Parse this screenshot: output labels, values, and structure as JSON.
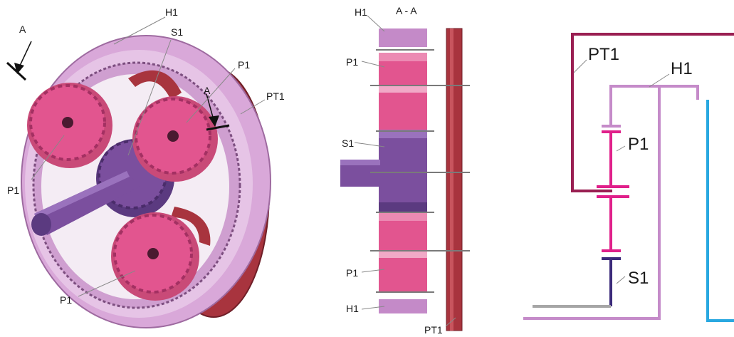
{
  "iso": {
    "labels": {
      "a_top": "A",
      "h1": "H1",
      "s1": "S1",
      "p1_top": "P1",
      "a_mid": "A",
      "pt1": "PT1",
      "p1_left": "P1",
      "p1_bottom": "P1"
    }
  },
  "section": {
    "title": "A - A",
    "labels": {
      "h1_top": "H1",
      "p1_top": "P1",
      "s1": "S1",
      "p1_bottom": "P1",
      "h1_bottom": "H1",
      "pt1": "PT1"
    }
  },
  "schematic": {
    "labels": {
      "pt1": "PT1",
      "h1": "H1",
      "p1": "P1",
      "s1": "S1"
    },
    "colors": {
      "pt1": "#9a1f52",
      "h1": "#c58bc9",
      "p1": "#e0208a",
      "s1": "#3b2a7a",
      "input": "#a6a6a6",
      "output": "#29a8e0"
    }
  },
  "colors": {
    "ring": "#d9a8d9",
    "planet": "#e2558f",
    "sun": "#7b4f9e",
    "carrier": "#a8343e"
  }
}
